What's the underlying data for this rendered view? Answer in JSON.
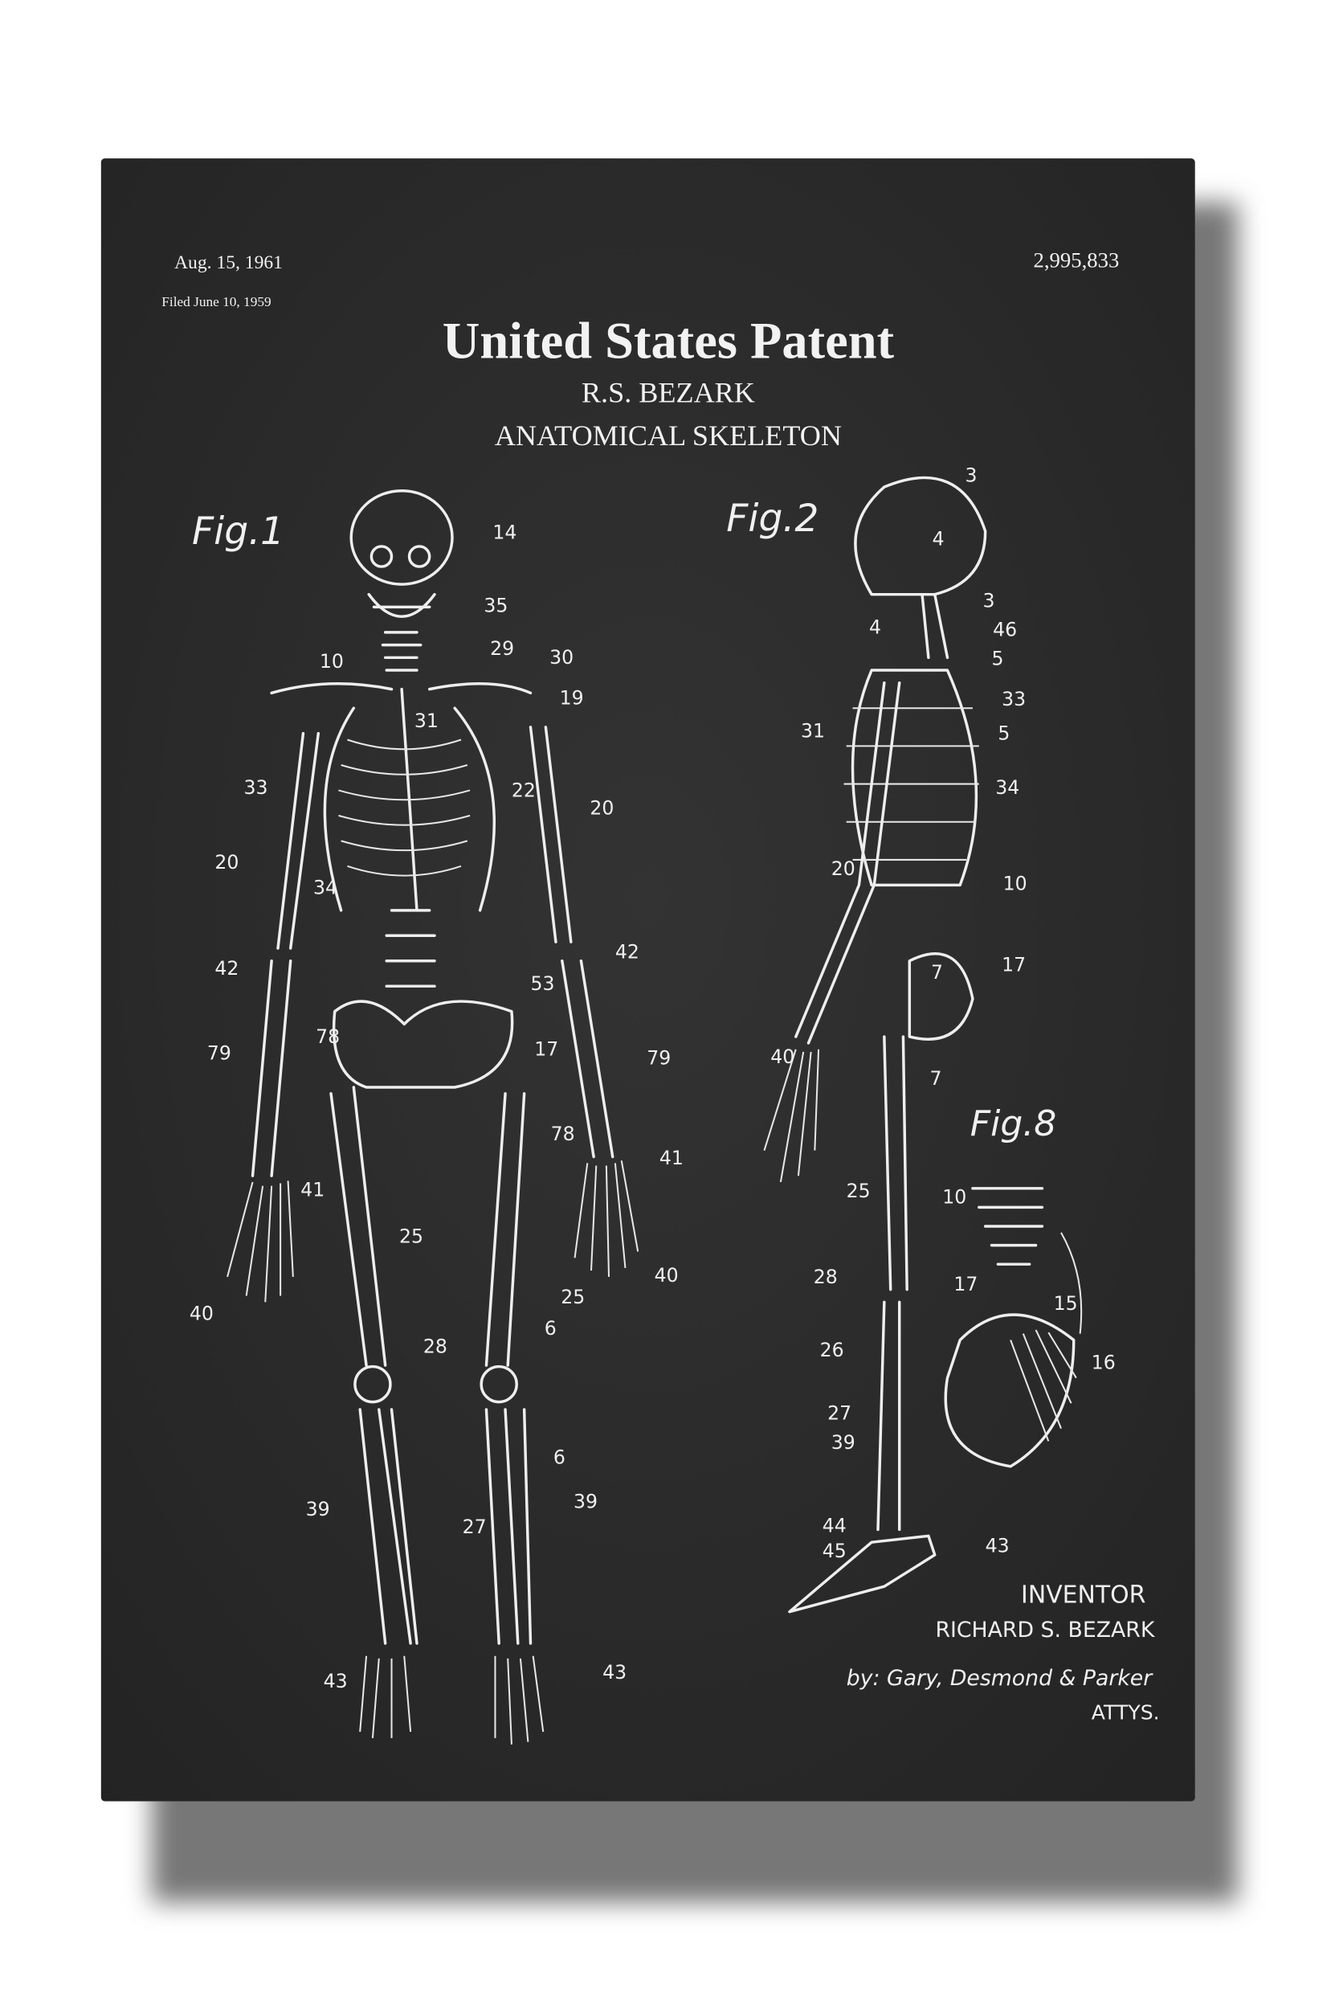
{
  "colors": {
    "canvas": "#2a2a2a",
    "ink": "#f0f0f0",
    "shadow": "#7a7a7a",
    "background": "#ffffff"
  },
  "patent": {
    "date": "Aug. 15, 1961",
    "filed": "Filed June 10, 1959",
    "number": "2,995,833",
    "title": "United States Patent",
    "inventor_short": "R.S. BEZARK",
    "subject": "ANATOMICAL SKELETON"
  },
  "figures": {
    "fig1": {
      "label": "Fig.1",
      "callouts": [
        "14",
        "35",
        "10",
        "29",
        "30",
        "19",
        "31",
        "33",
        "22",
        "20",
        "20",
        "34",
        "42",
        "53",
        "42",
        "79",
        "78",
        "17",
        "79",
        "78",
        "41",
        "41",
        "25",
        "40",
        "40",
        "25",
        "6",
        "28",
        "6",
        "39",
        "27",
        "39",
        "43",
        "43"
      ]
    },
    "fig2": {
      "label": "Fig.2",
      "callouts": [
        "3",
        "4",
        "3",
        "4",
        "46",
        "5",
        "33",
        "31",
        "5",
        "34",
        "20",
        "10",
        "17",
        "7",
        "40",
        "7",
        "25",
        "28",
        "26",
        "27",
        "39",
        "44",
        "45",
        "43"
      ]
    },
    "fig8": {
      "label": "Fig.8",
      "callouts": [
        "10",
        "17",
        "15",
        "16"
      ]
    }
  },
  "signature": {
    "heading": "INVENTOR",
    "name": "RICHARD S. BEZARK",
    "attorneys": "by: Gary, Desmond & Parker",
    "attys": "ATTYS."
  }
}
